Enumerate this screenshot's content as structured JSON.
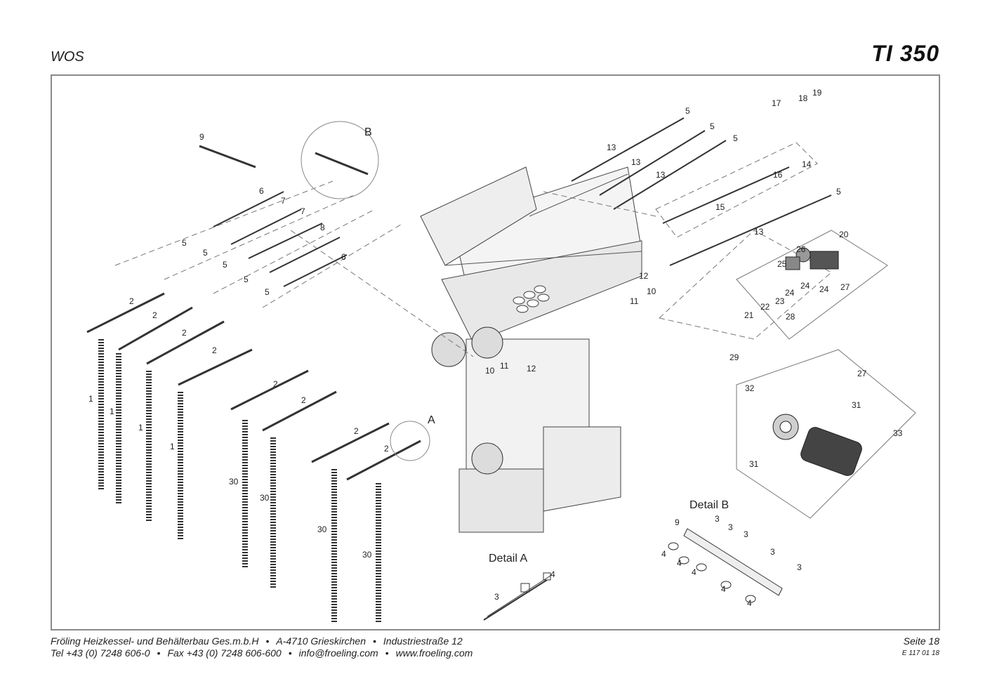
{
  "header": {
    "section": "WOS",
    "model": "TI 350"
  },
  "drawing": {
    "detail_a_title": "Detail A",
    "detail_b_title": "Detail B",
    "circle_a": "A",
    "circle_b": "B",
    "callouts": [
      {
        "id": "c9a",
        "text": "9"
      },
      {
        "id": "c6a",
        "text": "6"
      },
      {
        "id": "c7a",
        "text": "7"
      },
      {
        "id": "c7b",
        "text": "7"
      },
      {
        "id": "c8",
        "text": "8"
      },
      {
        "id": "c6b",
        "text": "6"
      },
      {
        "id": "c5a",
        "text": "5"
      },
      {
        "id": "c5b",
        "text": "5"
      },
      {
        "id": "c5c",
        "text": "5"
      },
      {
        "id": "c5d",
        "text": "5"
      },
      {
        "id": "c5e",
        "text": "5"
      },
      {
        "id": "c2a",
        "text": "2"
      },
      {
        "id": "c2b",
        "text": "2"
      },
      {
        "id": "c2c",
        "text": "2"
      },
      {
        "id": "c2d",
        "text": "2"
      },
      {
        "id": "c2e",
        "text": "2"
      },
      {
        "id": "c2f",
        "text": "2"
      },
      {
        "id": "c2g",
        "text": "2"
      },
      {
        "id": "c2h",
        "text": "2"
      },
      {
        "id": "c1a",
        "text": "1"
      },
      {
        "id": "c1b",
        "text": "1"
      },
      {
        "id": "c1c",
        "text": "1"
      },
      {
        "id": "c1d",
        "text": "1"
      },
      {
        "id": "c30a",
        "text": "30"
      },
      {
        "id": "c30b",
        "text": "30"
      },
      {
        "id": "c30c",
        "text": "30"
      },
      {
        "id": "c30d",
        "text": "30"
      },
      {
        "id": "c13a",
        "text": "13"
      },
      {
        "id": "c13b",
        "text": "13"
      },
      {
        "id": "c13c",
        "text": "13"
      },
      {
        "id": "c13d",
        "text": "13"
      },
      {
        "id": "c5f",
        "text": "5"
      },
      {
        "id": "c5g",
        "text": "5"
      },
      {
        "id": "c5h",
        "text": "5"
      },
      {
        "id": "c5i",
        "text": "5"
      },
      {
        "id": "c17",
        "text": "17"
      },
      {
        "id": "c18",
        "text": "18"
      },
      {
        "id": "c19",
        "text": "19"
      },
      {
        "id": "c14",
        "text": "14"
      },
      {
        "id": "c16",
        "text": "16"
      },
      {
        "id": "c15",
        "text": "15"
      },
      {
        "id": "c20",
        "text": "20"
      },
      {
        "id": "c26",
        "text": "26"
      },
      {
        "id": "c25",
        "text": "25"
      },
      {
        "id": "c24a",
        "text": "24"
      },
      {
        "id": "c24b",
        "text": "24"
      },
      {
        "id": "c24c",
        "text": "24"
      },
      {
        "id": "c27a",
        "text": "27"
      },
      {
        "id": "c23",
        "text": "23"
      },
      {
        "id": "c22",
        "text": "22"
      },
      {
        "id": "c21",
        "text": "21"
      },
      {
        "id": "c28",
        "text": "28"
      },
      {
        "id": "c29",
        "text": "29"
      },
      {
        "id": "c12a",
        "text": "12"
      },
      {
        "id": "c10a",
        "text": "10"
      },
      {
        "id": "c11a",
        "text": "11"
      },
      {
        "id": "c10b",
        "text": "10"
      },
      {
        "id": "c11b",
        "text": "11"
      },
      {
        "id": "c12b",
        "text": "12"
      },
      {
        "id": "c27b",
        "text": "27"
      },
      {
        "id": "c32",
        "text": "32"
      },
      {
        "id": "c31a",
        "text": "31"
      },
      {
        "id": "c31b",
        "text": "31"
      },
      {
        "id": "c33",
        "text": "33"
      },
      {
        "id": "c9b",
        "text": "9"
      },
      {
        "id": "c3a",
        "text": "3"
      },
      {
        "id": "c3b",
        "text": "3"
      },
      {
        "id": "c3c",
        "text": "3"
      },
      {
        "id": "c3d",
        "text": "3"
      },
      {
        "id": "c3e",
        "text": "3"
      },
      {
        "id": "c4a",
        "text": "4"
      },
      {
        "id": "c4b",
        "text": "4"
      },
      {
        "id": "c4c",
        "text": "4"
      },
      {
        "id": "c4d",
        "text": "4"
      },
      {
        "id": "c4e",
        "text": "4"
      },
      {
        "id": "c3f",
        "text": "3"
      },
      {
        "id": "c4f",
        "text": "4"
      }
    ]
  },
  "footer": {
    "company": "Fröling Heizkessel- und Behälterbau Ges.m.b.H",
    "city": "A-4710 Grieskirchen",
    "street": "Industriestraße 12",
    "tel": "Tel +43 (0) 7248 606-0",
    "fax": "Fax +43 (0) 7248 606-600",
    "email": "info@froeling.com",
    "web": "www.froeling.com",
    "bullet": "•",
    "page": "Seite 18",
    "doc_number": "E 117 01 18"
  }
}
